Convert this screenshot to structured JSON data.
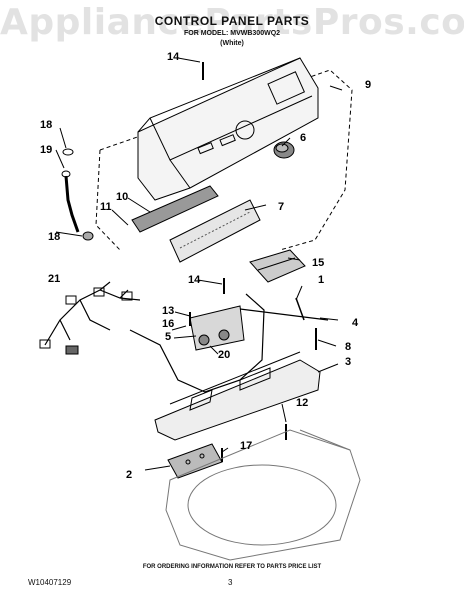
{
  "watermark": "AppliancePartsPros.com",
  "header": {
    "title": "CONTROL PANEL PARTS",
    "subtitle": "FOR MODEL: MVWB300WQ2",
    "variant": "(White)"
  },
  "callouts": [
    "1",
    "2",
    "3",
    "4",
    "5",
    "6",
    "7",
    "8",
    "9",
    "10",
    "11",
    "12",
    "13",
    "14",
    "14",
    "15",
    "16",
    "17",
    "18",
    "18",
    "19",
    "20",
    "21"
  ],
  "footer": {
    "note": "FOR ORDERING INFORMATION REFER TO PARTS PRICE LIST",
    "doc_number": "W10407129",
    "page_number": "3"
  },
  "colors": {
    "line": "#000000",
    "shade": "#cfcfcf",
    "dark": "#555555"
  }
}
